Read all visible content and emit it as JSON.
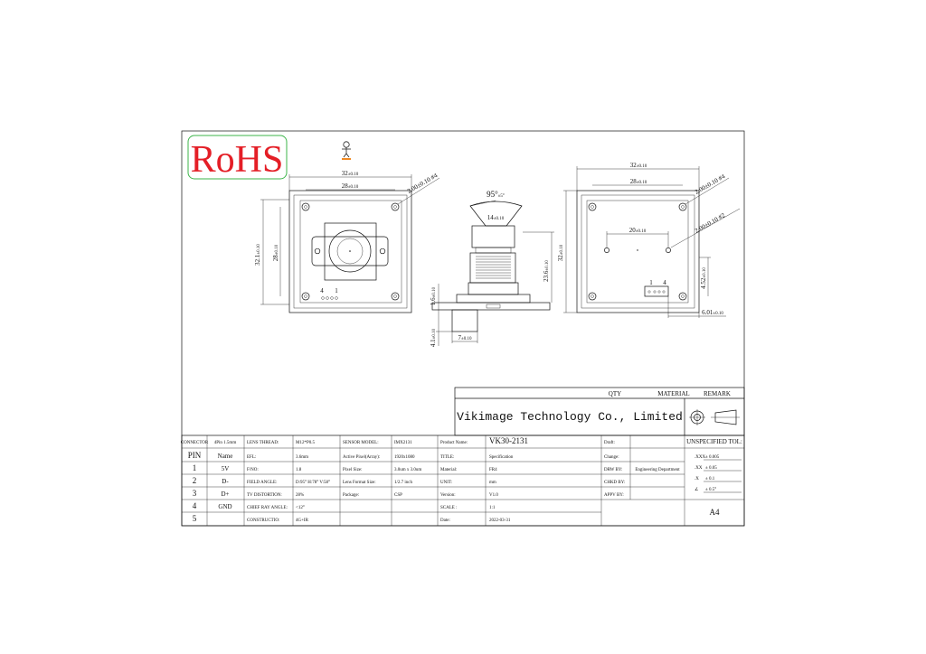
{
  "logo": {
    "rohs_text": "RoHS"
  },
  "dims": {
    "top_width": "32",
    "tol_010": "±0.10",
    "inner_width": "28",
    "hole_callout": "2.00±0.10 #4",
    "left_height": "32.1",
    "left_inner_height": "28",
    "lens_angle": "95°",
    "lens_angle_tol": "±5°",
    "lens_dia": "14",
    "side_height": "23.6",
    "side_board": "1.6",
    "side_bottom": "4.1",
    "side_width": "7",
    "right_top": "32",
    "right_inner": "28",
    "right_hole_callout": "2.00±0.10 #4",
    "right_mid": "20",
    "right_hole2": "2.00±0.10 #2",
    "right_height": "32",
    "right_connector_gap": "4.52",
    "right_connector_offset": "6.01",
    "pin_label_4": "4",
    "pin_label_1": "1"
  },
  "qty_header": {
    "qty": "QTY",
    "material": "MATERIAL",
    "remark": "REMARK"
  },
  "company": "Vikimage Technology Co., Limited",
  "table": {
    "connector_label": "CONNECTOR",
    "connector_value": "4Pin 1.5mm",
    "pin_header": "PIN",
    "name_header": "Name",
    "pins": [
      {
        "pin": "1",
        "name": "5V"
      },
      {
        "pin": "2",
        "name": "D-"
      },
      {
        "pin": "3",
        "name": "D+"
      },
      {
        "pin": "4",
        "name": "GND"
      },
      {
        "pin": "5",
        "name": ""
      }
    ],
    "lens_rows": [
      {
        "label": "LENS THREAD:",
        "value": "M12*P0.5"
      },
      {
        "label": "EFL:",
        "value": "3.6mm"
      },
      {
        "label": "F/NO:",
        "value": "1.8"
      },
      {
        "label": "FIELD ANGLE:",
        "value": "D:95°  H:78°  V:58°"
      },
      {
        "label": "TV DISTORTION:",
        "value": "28%"
      },
      {
        "label": "CHIEF RAY  ANGLE:",
        "value": "<12°"
      },
      {
        "label": "CONSTRUCTIO:",
        "value": "4G+IR"
      }
    ],
    "sensor_rows": [
      {
        "label": "SENSOR MODEL:",
        "value": "IMX2131"
      },
      {
        "label": "Active Pixel(Array):",
        "value": "1920x1080"
      },
      {
        "label": "Pixel Size:",
        "value": "3.0um x 3.0um"
      },
      {
        "label": "Lens Format Size:",
        "value": "1/2.7 inch"
      },
      {
        "label": "Package:",
        "value": "CSP"
      },
      {
        "label": "",
        "value": ""
      },
      {
        "label": "",
        "value": ""
      }
    ],
    "product_rows": [
      {
        "label": "Product Name:",
        "value": "VK30-2131"
      },
      {
        "label": "TITLE:",
        "value": "Specification"
      },
      {
        "label": "Material:",
        "value": "FR4"
      },
      {
        "label": "UNIT:",
        "value": "mm"
      },
      {
        "label": "Version:",
        "value": "V1.0"
      },
      {
        "label": "SCALE :",
        "value": "1:1"
      },
      {
        "label": "Date:",
        "value": "2022-03-31"
      }
    ],
    "approval_rows": [
      {
        "label": "Draft:",
        "value": ""
      },
      {
        "label": "Change:",
        "value": ""
      },
      {
        "label": "DRW BY:",
        "value": "Engineering Department"
      },
      {
        "label": "CHKD BY:",
        "value": ""
      },
      {
        "label": "APPV BY:",
        "value": ""
      }
    ],
    "tolerance_title": "UNSPECIFIED TOL:",
    "tolerances": [
      {
        "label": ".XXX",
        "value": "± 0.005"
      },
      {
        "label": ".XX",
        "value": "± 0.05"
      },
      {
        "label": ".X",
        "value": "± 0.1"
      },
      {
        "label": "∠",
        "value": "± 0.5°"
      }
    ],
    "paper_size": "A4"
  }
}
